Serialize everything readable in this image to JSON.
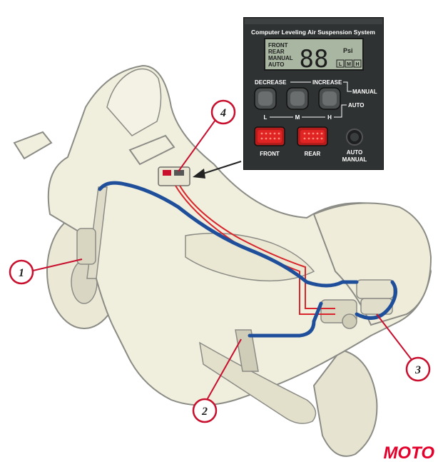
{
  "panel": {
    "title": "Computer Leveling Air Suspension System",
    "modes": [
      "FRONT",
      "REAR",
      "MANUAL",
      "AUTO"
    ],
    "digits": "88",
    "unit": "Psi",
    "levels": [
      "L",
      "M",
      "H"
    ],
    "decrease_label": "DECREASE",
    "increase_label": "INCREASE",
    "manual_label": "MANUAL",
    "auto_label": "AUTO",
    "front_label": "FRONT",
    "rear_label": "REAR",
    "auto_manual_label_1": "AUTO",
    "auto_manual_label_2": "MANUAL"
  },
  "callouts": [
    "1",
    "2",
    "3",
    "4"
  ],
  "brand": "MOTO",
  "colors": {
    "bike_fill": "#f0eedc",
    "outline": "#8c8c86",
    "air_line": "#1f4f9a",
    "wire_red": "#d8262c",
    "callout_red": "#c8102e",
    "panel_bg": "#2f3233",
    "lcd": "#a9b7a2",
    "led": "#e02424"
  }
}
